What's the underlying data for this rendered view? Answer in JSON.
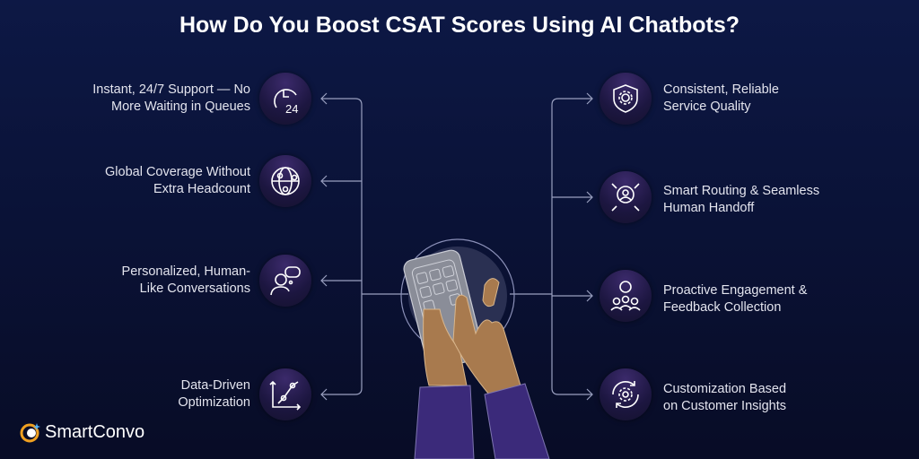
{
  "title": "How Do You Boost CSAT Scores Using AI Chatbots?",
  "left_items": [
    {
      "line1": "Instant, 24/7 Support — No",
      "line2": "More Waiting in Queues",
      "icon": "clock-24-icon"
    },
    {
      "line1": "Global Coverage Without",
      "line2": "Extra Headcount",
      "icon": "globe-network-icon"
    },
    {
      "line1": "Personalized, Human-",
      "line2": "Like Conversations",
      "icon": "person-chat-icon"
    },
    {
      "line1": "Data-Driven",
      "line2": "Optimization",
      "icon": "growth-chart-icon"
    }
  ],
  "right_items": [
    {
      "line1": "Consistent, Reliable",
      "line2": "Service Quality",
      "icon": "shield-gear-icon"
    },
    {
      "line1": "Smart Routing & Seamless",
      "line2": "Human Handoff",
      "icon": "person-routing-icon"
    },
    {
      "line1": "Proactive Engagement &",
      "line2": "Feedback Collection",
      "icon": "group-feedback-icon"
    },
    {
      "line1": "Customization Based",
      "line2": "on Customer Insights",
      "icon": "gear-refresh-icon"
    }
  ],
  "brand": "SmartConvo",
  "colors": {
    "background": "#0a1236",
    "icon_bg": "#2a1f55",
    "line": "#9aa0c0",
    "skin": "#a87a4e",
    "sleeve": "#3b2a7a"
  }
}
